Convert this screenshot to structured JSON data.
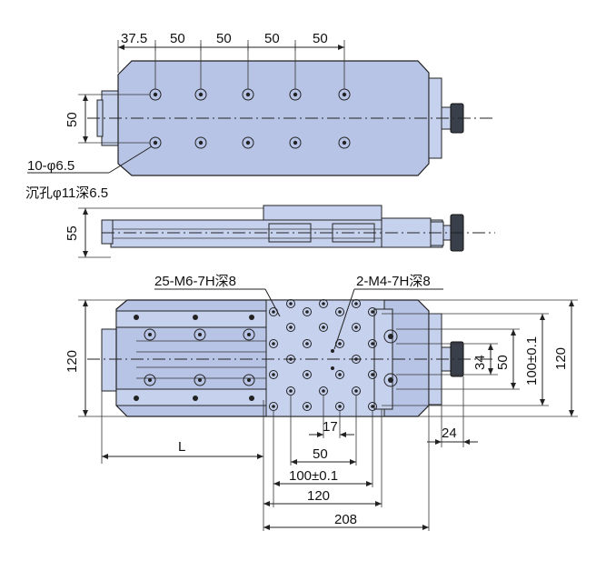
{
  "top_view": {
    "dims_top": [
      "37.5",
      "50",
      "50",
      "50",
      "50"
    ],
    "dim_side": "50",
    "hole_label": "10-φ6.5",
    "counterbore_label": "沉孔φ11深6.5"
  },
  "side_view": {
    "dim_height": "55"
  },
  "bottom_view": {
    "tap_label_m6": "25-M6-7H深8",
    "tap_label_m4": "2-M4-7H深8",
    "dim_left_height": "120",
    "dim_right": [
      "34",
      "50",
      "100±0.1",
      "120"
    ],
    "dim_24": "24",
    "dim_L": "L",
    "dims_bottom": [
      "17",
      "50",
      "100±0.1",
      "120",
      "208"
    ]
  }
}
